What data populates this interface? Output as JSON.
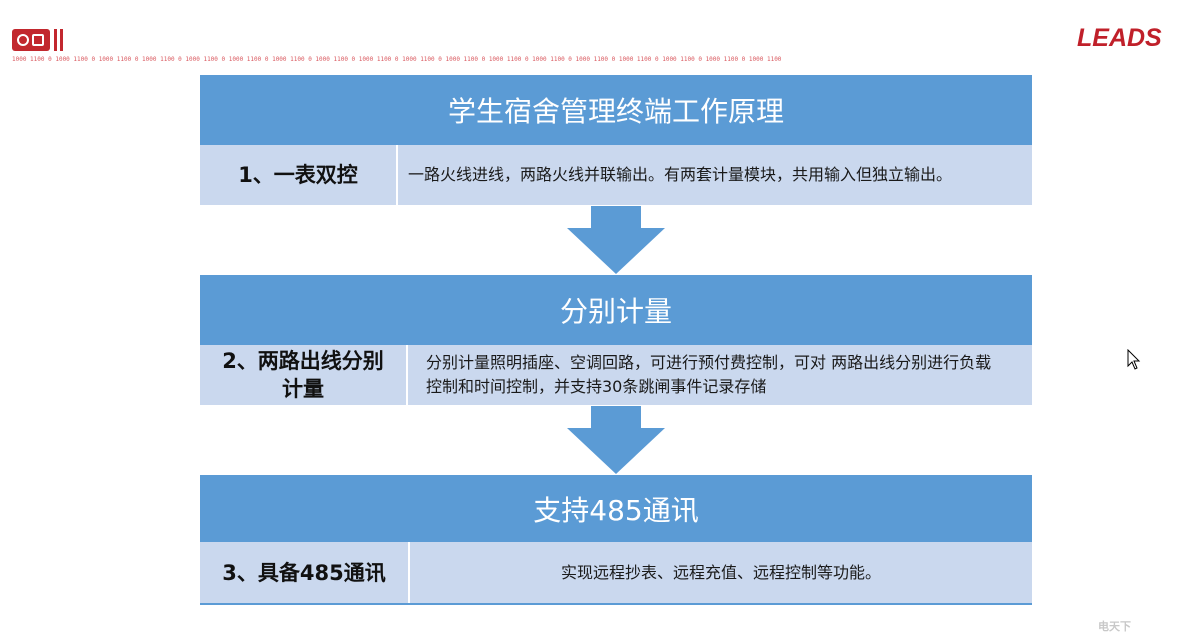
{
  "header": {
    "binary_strip": "1000 1100 0 1000 1100 0 1000 1100 0 1000 1100 0 1000 1100 0 1000 1100 0 1000 1100 0 1000 1100 0 1000 1100 0 1000 1100 0 1000 1100 0 1000 1100 0 1000 1100 0 1000 1100 0 1000 1100 0 1000 1100 0 1000 1100 0 1000 1100",
    "brand_logo": "LEADS"
  },
  "blocks": [
    {
      "title": "学生宿舍管理终端工作原理",
      "label": "1、一表双控",
      "description": "一路火线进线，两路火线并联输出。有两套计量模块，共用输入但独立输出。"
    },
    {
      "title": "分别计量",
      "label": "2、两路出线分别计量",
      "description": "分别计量照明插座、空调回路，可进行预付费控制，可对 两路出线分别进行负载控制和时间控制，并支持30条跳闸事件记录存储"
    },
    {
      "title": "支持485通讯",
      "label": "3、具备485通讯",
      "description": "实现远程抄表、远程充值、远程控制等功能。"
    }
  ],
  "footer": {
    "watermark": "电天下"
  },
  "colors": {
    "header_blue": "#5b9bd5",
    "row_light_blue": "#cad8ee",
    "brand_red": "#c2282e"
  }
}
